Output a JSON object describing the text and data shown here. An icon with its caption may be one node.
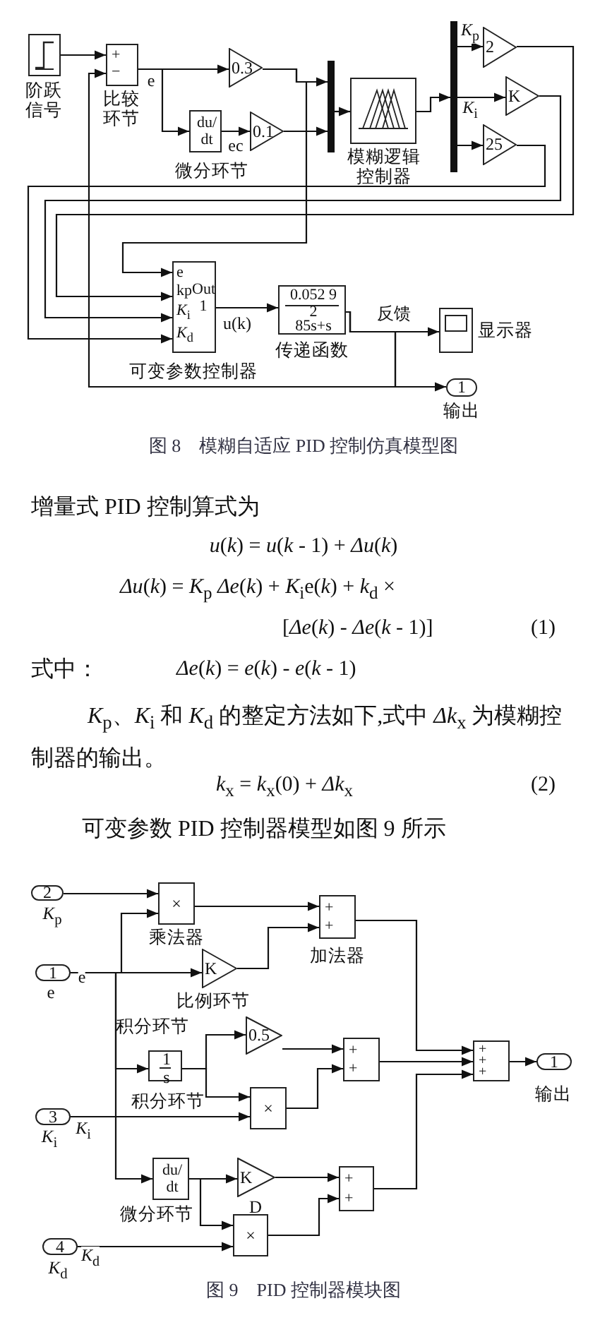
{
  "diagram": {
    "nodes": [
      {
        "text": [],
        "shape": "box",
        "beside": [
          "阶跃信号"
        ]
      },
      {
        "text": [
          "+",
          "−"
        ],
        "beside": [
          "比较环节"
        ]
      },
      {
        "text": [
          "0.3"
        ]
      },
      {
        "text": [
          "du/ dt"
        ],
        "beside": [
          "微分环节"
        ]
      },
      {
        "text": [
          "0.1"
        ]
      },
      {
        "text": [],
        "shape": "bar"
      },
      {
        "text": [],
        "shape": "box",
        "beside": [
          "模糊逻辑控制器"
        ]
      },
      {
        "text": [],
        "shape": "bar"
      },
      {
        "text": [
          "2"
        ]
      },
      {
        "text": [
          "K"
        ]
      },
      {
        "text": [
          "25"
        ]
      },
      {
        "text": [
          "e",
          "kp",
          "Out 1",
          "*K*$_{i}$",
          "*K*$_{d}$"
        ],
        "beside": [
          "可变参数控制器"
        ]
      },
      {
        "text": [
          "0.052 9",
          "2",
          "85s+s"
        ],
        "beside": [
          "传递函数"
        ]
      },
      {
        "text": [],
        "shape": "box",
        "beside": [
          "显示器"
        ]
      },
      {
        "text": [
          "1"
        ],
        "beside": [
          "输出"
        ]
      },
      {
        "text": [
          "2"
        ],
        "beside": [
          "*K*$_{p}$"
        ]
      },
      {
        "text": [
          "×"
        ],
        "beside": [
          "乘法器"
        ]
      },
      {
        "text": [
          "1"
        ],
        "beside": [
          "e"
        ]
      },
      {
        "text": [
          "K"
        ],
        "beside": [
          "比例环节"
        ]
      },
      {
        "text": [
          "+",
          "+"
        ],
        "beside": [
          "加法器"
        ]
      },
      {
        "text": [
          "1",
          "s"
        ],
        "beside": [
          "积分环节"
        ]
      },
      {
        "text": [
          "0.5"
        ]
      },
      {
        "text": [
          "×"
        ]
      },
      {
        "text": [
          "+",
          "+"
        ]
      },
      {
        "text": [
          "3"
        ],
        "beside": [
          "*K*$_{i}$"
        ]
      },
      {
        "text": [
          "du/ dt"
        ],
        "beside": [
          "微分环节"
        ]
      },
      {
        "text": [
          "K"
        ],
        "beside": [
          "D"
        ]
      },
      {
        "text": [
          "×"
        ]
      },
      {
        "text": [
          "+",
          "+"
        ]
      },
      {
        "text": [
          "4"
        ],
        "beside": [
          "*K*$_{d}$"
        ]
      },
      {
        "text": [
          "+",
          "+",
          "+"
        ]
      },
      {
        "text": [
          "1"
        ],
        "beside": [
          "输出"
        ]
      }
    ],
    "edges": [
      {
        "from": 0,
        "to": 1,
        "arrow": "to"
      },
      {
        "from": 1,
        "to": 2,
        "arrow": "to",
        "label": "e"
      },
      {
        "from": 1,
        "to": 3,
        "arrow": "to"
      },
      {
        "from": 3,
        "to": 4,
        "arrow": "to",
        "label": "ec"
      },
      {
        "from": 2,
        "to": 5,
        "arrow": "to"
      },
      {
        "from": 4,
        "to": 5,
        "arrow": "to"
      },
      {
        "from": 5,
        "to": 6,
        "arrow": "to"
      },
      {
        "from": 6,
        "to": 7,
        "arrow": "to"
      },
      {
        "from": 7,
        "to": 8,
        "arrow": "to",
        "label": "*K*$_{p}$"
      },
      {
        "from": 7,
        "to": 9,
        "arrow": "to",
        "label": "*K*$_{i}$"
      },
      {
        "from": 7,
        "to": 10,
        "arrow": "to"
      },
      {
        "from": 8,
        "to": 11,
        "arrow": "to"
      },
      {
        "from": 9,
        "to": 11,
        "arrow": "to"
      },
      {
        "from": 10,
        "to": 11,
        "arrow": "to"
      },
      {
        "from": 2,
        "to": 11,
        "arrow": "to"
      },
      {
        "from": 11,
        "to": 12,
        "arrow": "to",
        "label": "u(k)"
      },
      {
        "from": 12,
        "to": 13,
        "arrow": "to",
        "label": "反馈"
      },
      {
        "from": 12,
        "to": 14,
        "arrow": "to"
      },
      {
        "from": 12,
        "to": 1,
        "arrow": "to"
      },
      {
        "from": 15,
        "to": 16,
        "arrow": "to"
      },
      {
        "from": 17,
        "to": 16,
        "arrow": "to"
      },
      {
        "from": 17,
        "to": 18,
        "arrow": "to",
        "label": "e"
      },
      {
        "from": 17,
        "to": 20,
        "arrow": "to"
      },
      {
        "from": 17,
        "to": 25,
        "arrow": "to"
      },
      {
        "from": 16,
        "to": 19,
        "arrow": "to"
      },
      {
        "from": 18,
        "to": 19,
        "arrow": "to"
      },
      {
        "from": 19,
        "to": 30,
        "arrow": "to"
      },
      {
        "from": 20,
        "to": 21,
        "arrow": "to"
      },
      {
        "from": 20,
        "to": 22,
        "arrow": "to"
      },
      {
        "from": 24,
        "to": 22,
        "arrow": "to",
        "label": "*K*$_{i}$"
      },
      {
        "from": 21,
        "to": 23,
        "arrow": "to"
      },
      {
        "from": 22,
        "to": 23,
        "arrow": "to"
      },
      {
        "from": 23,
        "to": 30,
        "arrow": "to"
      },
      {
        "from": 25,
        "to": 26,
        "arrow": "to"
      },
      {
        "from": 25,
        "to": 27,
        "arrow": "to"
      },
      {
        "from": 29,
        "to": 27,
        "arrow": "to",
        "label": "*K*$_{d}$"
      },
      {
        "from": 26,
        "to": 28,
        "arrow": "to"
      },
      {
        "from": 27,
        "to": 28,
        "arrow": "to"
      },
      {
        "from": 28,
        "to": 30,
        "arrow": "to"
      },
      {
        "from": 30,
        "to": 31,
        "arrow": "to"
      }
    ],
    "labels": [
      "图 8　模糊自适应 PID 控制仿真模型图",
      "增量式 PID 控制算式为",
      "*u*(*k*) = *u*(*k* - 1) + *Δu*(*k*)",
      "*Δu*(*k*) = *K*$_{p}$ *Δe*(*k*) + *K*$_{i}$e(*k*) + *k*$_{d}$ ×",
      "[*Δe*(*k*) - *Δe*(*k* - 1)]",
      "(1)",
      "式中：",
      "*Δe*(*k*) = *e*(*k*) - *e*(*k* - 1)",
      "*K*$_{p}$、*K*$_{i}$ 和 *K*$_{d}$ 的整定方法如下,式中 *Δk*$_{x}$ 为模糊控制器的输出。",
      "*k*$_{x}$ = *k*$_{x}$(0) + *Δk*$_{x}$",
      "(2)",
      "可变参数 PID 控制器模型如图 9 所示",
      "积分环节",
      "图 9　PID 控制器模块图"
    ]
  }
}
